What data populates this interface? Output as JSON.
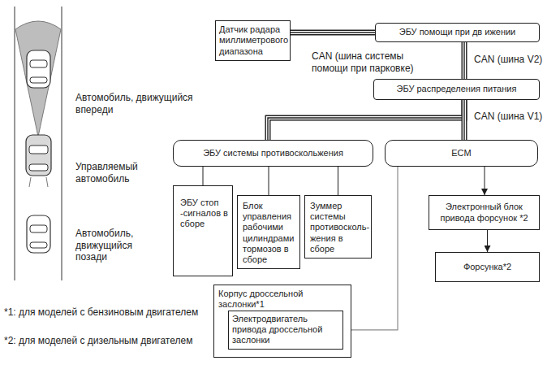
{
  "diagram": {
    "nodes": [
      {
        "text": [
          "Датчик радара миллиметрового диапазона"
        ]
      },
      {
        "text": [
          "ЭБУ помощи при дв ижении"
        ]
      },
      {
        "text": [
          "ЭБУ распределения питания"
        ]
      },
      {
        "text": [
          "ЭБУ системы противоскольжения"
        ]
      },
      {
        "text": [
          "ECM"
        ]
      },
      {
        "text": [
          "ЭБУ стоп -сигналов в сборе"
        ]
      },
      {
        "text": [
          "Блок управления рабочими цилиндрами тормозов в сборе"
        ]
      },
      {
        "text": [
          "Зуммер системы противосколь- жения в сборе"
        ]
      },
      {
        "text": [
          "Электронный блок привода форсунок *2"
        ]
      },
      {
        "text": [
          "Форсунка*2"
        ]
      },
      {
        "text": [
          "Корпус дроссельной заслонки*1"
        ]
      },
      {
        "text": [
          "Электродвигатель привода дроссельной заслонки"
        ],
        "in": 10
      }
    ],
    "edges": [
      {
        "from": 0,
        "to": 1,
        "arrow": "none",
        "label": "CAN (шина системы помощи при парковке)"
      },
      {
        "from": 1,
        "to": 2,
        "arrow": "none",
        "label": "CAN (шина V2)"
      },
      {
        "from": 2,
        "to": 3,
        "arrow": "none"
      },
      {
        "from": 2,
        "to": 4,
        "arrow": "none",
        "label": "CAN (шина V1)"
      },
      {
        "from": 3,
        "to": 5,
        "arrow": "none"
      },
      {
        "from": 3,
        "to": 6,
        "arrow": "none"
      },
      {
        "from": 3,
        "to": 7,
        "arrow": "none"
      },
      {
        "from": 4,
        "to": 8,
        "arrow": "to"
      },
      {
        "from": 8,
        "to": 9,
        "arrow": "to"
      },
      {
        "from": 4,
        "to": 11,
        "arrow": "to"
      }
    ],
    "labels": [
      "Автомобиль, движущийся впереди",
      "Управляемый автомобиль",
      "Автомобиль, движущийся позади",
      "*1: для моделей с бензиновым двигателем",
      "*2: для моделей с дизельным двигателем"
    ]
  }
}
